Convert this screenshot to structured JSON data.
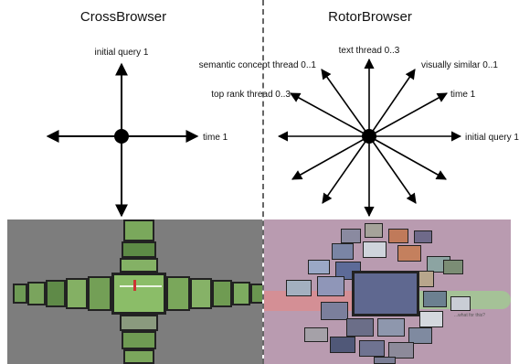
{
  "cross_title": "CrossBrowser",
  "rotor_title": "RotorBrowser",
  "cross_labels": {
    "up": "initial query 1",
    "right": "time 1"
  },
  "rotor_labels": {
    "text": "text thread 0..3",
    "semantic": "semantic concept thread 0..1",
    "visual": "visually similar 0..1",
    "toprank": "top rank thread 0..3",
    "time": "time 1",
    "initial": "initial query 1"
  },
  "overlay_caption": "...what for this?",
  "colors": {
    "cross_bg": "#7d7d7d",
    "rotor_bg": "#b99bb0",
    "field_green": "#7fae5a",
    "highlight_red": "#e08a8a",
    "highlight_green": "#9fcf8f"
  }
}
